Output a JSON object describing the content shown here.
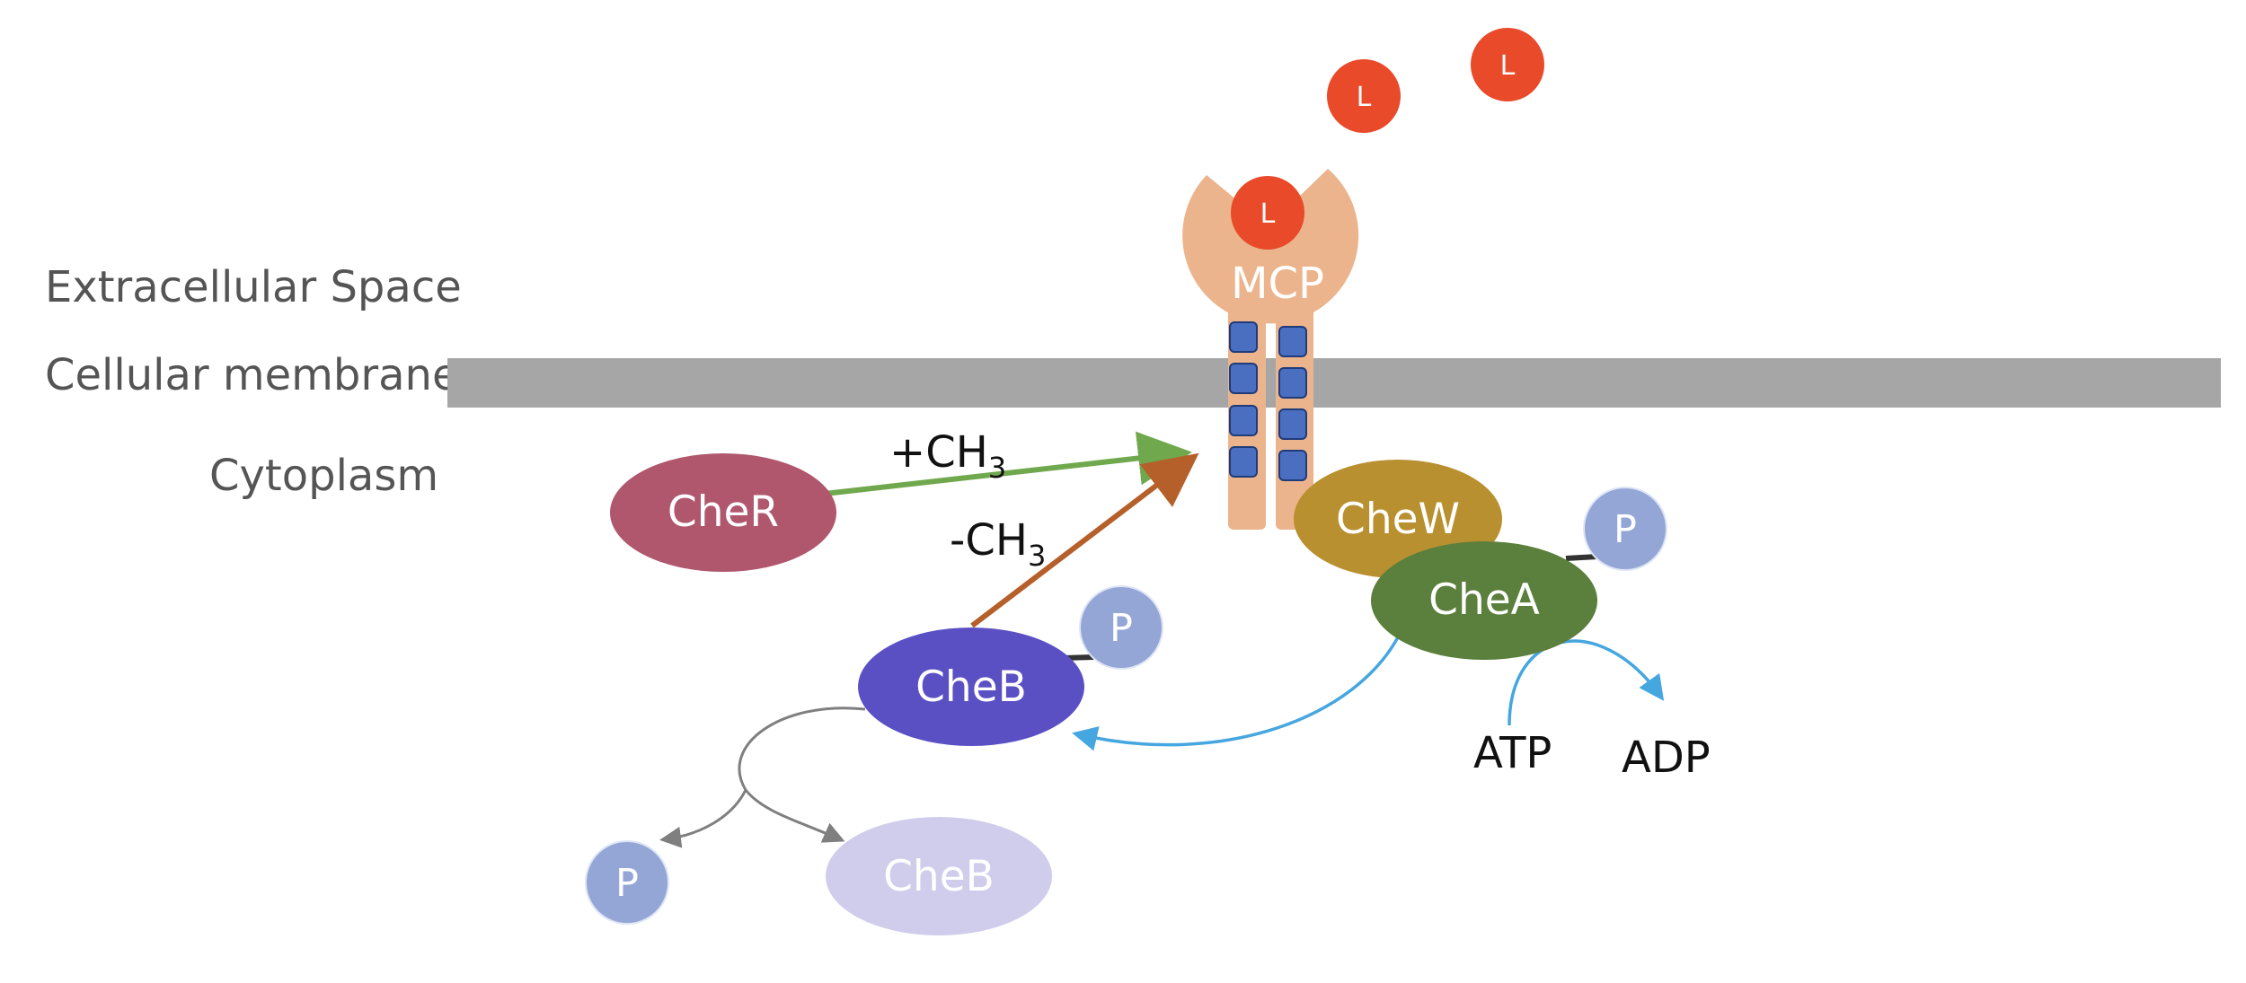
{
  "regions": {
    "extracellular": "Extracellular Space",
    "membrane": "Cellular membrane",
    "cytoplasm": "Cytoplasm"
  },
  "receptor": {
    "label": "MCP"
  },
  "ligands": {
    "bound": "L",
    "free_1": "L",
    "free_2": "L"
  },
  "proteins": {
    "cher": "CheR",
    "chew": "CheW",
    "chea": "CheA",
    "cheb": "CheB",
    "cheb_released": "CheB"
  },
  "phosphates": {
    "on_chea": "P",
    "on_cheb": "P",
    "released": "P"
  },
  "reactions": {
    "methylation": {
      "sign": "+CH",
      "subscript": "3"
    },
    "demethylation": {
      "sign": "-CH",
      "subscript": "3"
    },
    "atp": "ATP",
    "adp": "ADP"
  },
  "colors": {
    "membrane": "#a6a6a6",
    "receptor": "#ecb48c",
    "methyl_site": "#4a6fc0",
    "ligand": "#e84a2a",
    "cher": "#b0576d",
    "chew": "#b99030",
    "chea": "#5b7f3c",
    "cheb": "#5a50c4",
    "cheb_released": "#d0ccec",
    "phosphate": "#94a6d6",
    "methylation_arrow": "#70a84e",
    "demethylation_arrow": "#b5602a",
    "phosphotransfer_arrow": "#45a6e0",
    "release_arrow": "#7f7f7f"
  }
}
